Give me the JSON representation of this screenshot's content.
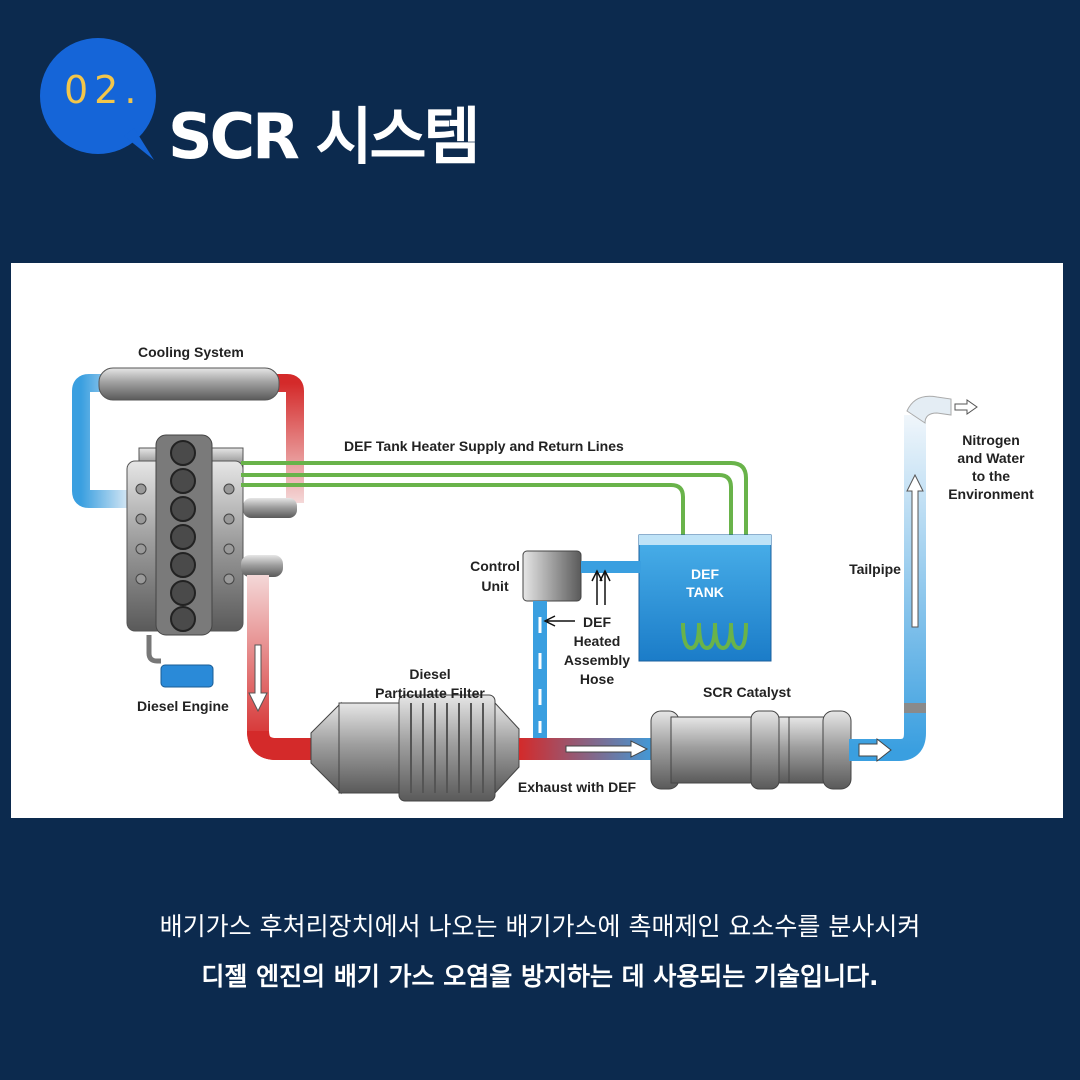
{
  "header": {
    "number": "02.",
    "title": "SCR 시스템"
  },
  "diagram": {
    "labels": {
      "cooling_system": "Cooling System",
      "def_lines": "DEF Tank Heater Supply and Return Lines",
      "diesel_engine": "Diesel Engine",
      "control_unit_1": "Control",
      "control_unit_2": "Unit",
      "def_hose_1": "DEF",
      "def_hose_2": "Heated",
      "def_hose_3": "Assembly",
      "def_hose_4": "Hose",
      "def_tank_1": "DEF",
      "def_tank_2": "TANK",
      "dpf_1": "Diesel",
      "dpf_2": "Particulate Filter",
      "scr_catalyst": "SCR Catalyst",
      "exhaust": "Exhaust with DEF",
      "tailpipe": "Tailpipe",
      "env_1": "Nitrogen",
      "env_2": "and Water",
      "env_3": "to the",
      "env_4": "Environment"
    },
    "colors": {
      "hot": "#d42a2a",
      "cool": "#3a9fe0",
      "def_line": "#69b34a",
      "metal": "#9a9a9a"
    }
  },
  "caption": {
    "line1": "배기가스 후처리장치에서 나오는 배기가스에 촉매제인 요소수를 분사시켜",
    "line2": "디젤 엔진의 배기 가스 오염을 방지하는 데 사용되는 기술입니다."
  }
}
